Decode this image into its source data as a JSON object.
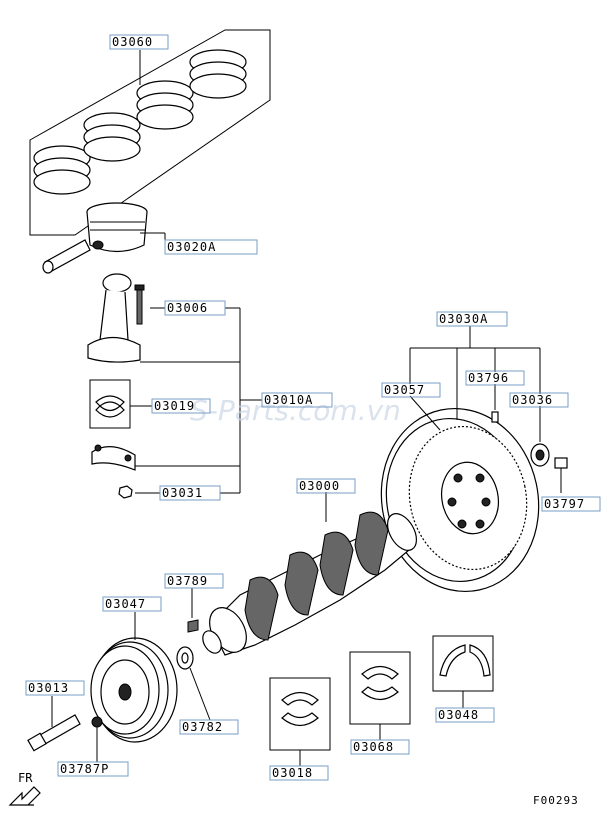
{
  "parts": {
    "p03060": "03060",
    "p03020A": "03020A",
    "p03006": "03006",
    "p03019": "03019",
    "p03010A": "03010A",
    "p03031": "03031",
    "p03030A": "03030A",
    "p03057": "03057",
    "p03796": "03796",
    "p03036": "03036",
    "p03797": "03797",
    "p03000": "03000",
    "p03789": "03789",
    "p03047": "03047",
    "p03013": "03013",
    "p03782": "03782",
    "p03048": "03048",
    "p03068": "03068",
    "p03787P": "03787P",
    "p03018": "03018"
  },
  "watermark": "S-Parts.com.vn",
  "direction_label": "FR",
  "figure_code": "F00293"
}
